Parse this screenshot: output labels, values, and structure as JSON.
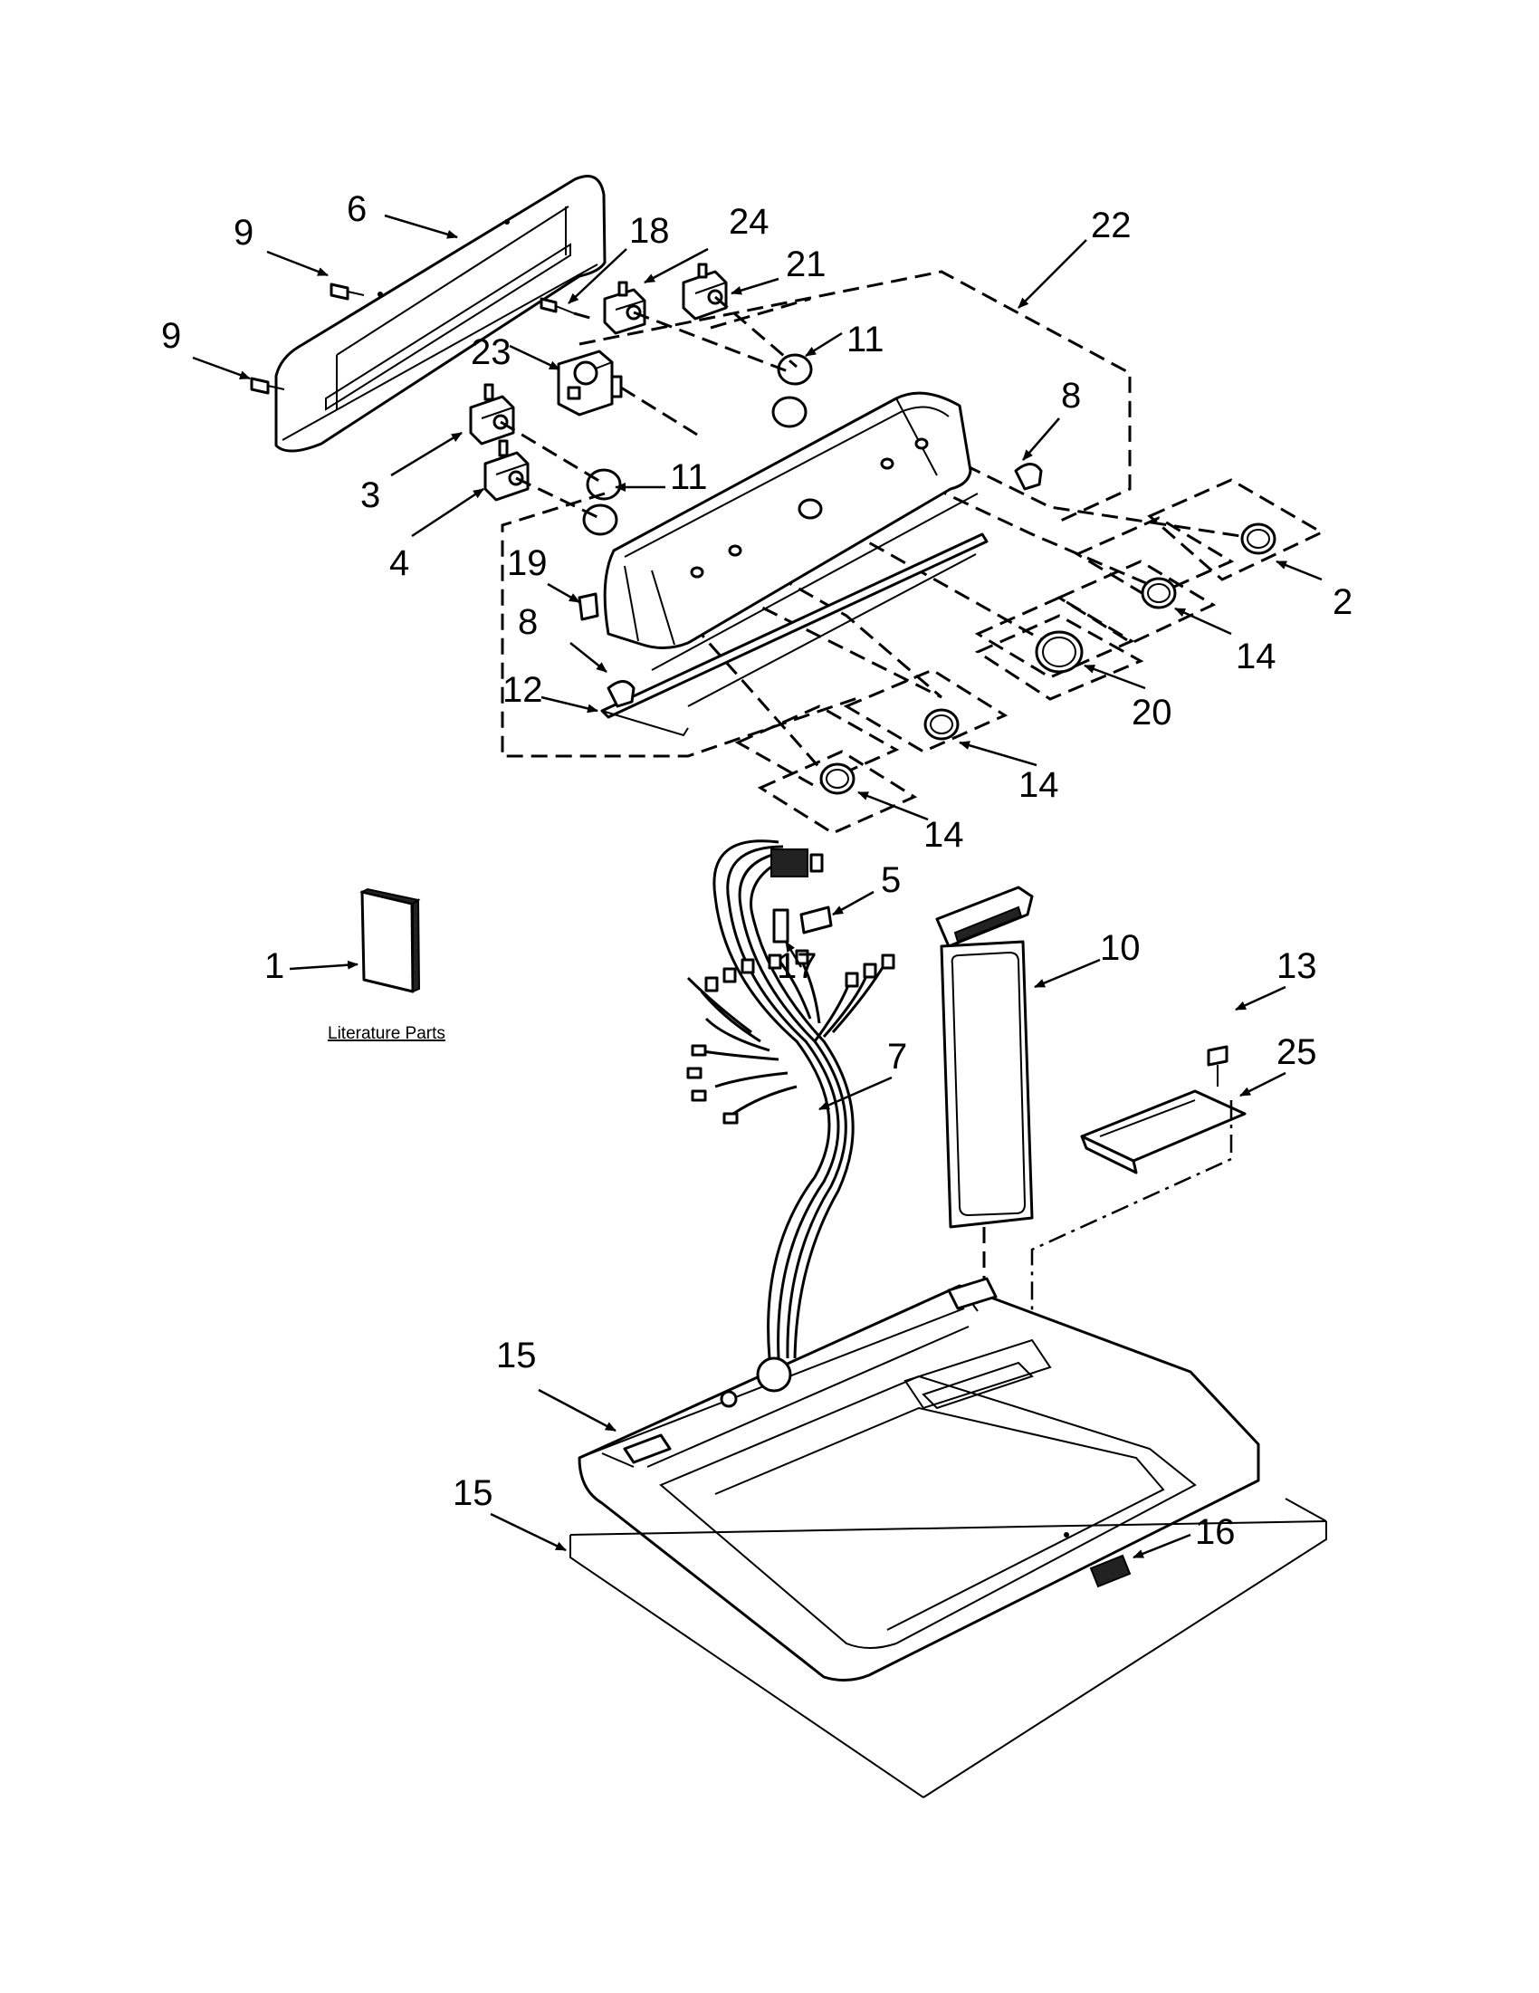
{
  "diagram": {
    "literature_label": "Literature Parts",
    "callouts": [
      {
        "id": "c1",
        "text": "1"
      },
      {
        "id": "c2",
        "text": "2"
      },
      {
        "id": "c3",
        "text": "3"
      },
      {
        "id": "c4",
        "text": "4"
      },
      {
        "id": "c5",
        "text": "5"
      },
      {
        "id": "c6",
        "text": "6"
      },
      {
        "id": "c7",
        "text": "7"
      },
      {
        "id": "c8a",
        "text": "8"
      },
      {
        "id": "c8b",
        "text": "8"
      },
      {
        "id": "c9a",
        "text": "9"
      },
      {
        "id": "c9b",
        "text": "9"
      },
      {
        "id": "c10",
        "text": "10"
      },
      {
        "id": "c11a",
        "text": "11"
      },
      {
        "id": "c11b",
        "text": "11"
      },
      {
        "id": "c12",
        "text": "12"
      },
      {
        "id": "c13",
        "text": "13"
      },
      {
        "id": "c14a",
        "text": "14"
      },
      {
        "id": "c14b",
        "text": "14"
      },
      {
        "id": "c14c",
        "text": "14"
      },
      {
        "id": "c15a",
        "text": "15"
      },
      {
        "id": "c15b",
        "text": "15"
      },
      {
        "id": "c16",
        "text": "16"
      },
      {
        "id": "c17",
        "text": "17"
      },
      {
        "id": "c18",
        "text": "18"
      },
      {
        "id": "c19",
        "text": "19"
      },
      {
        "id": "c20",
        "text": "20"
      },
      {
        "id": "c21",
        "text": "21"
      },
      {
        "id": "c22",
        "text": "22"
      },
      {
        "id": "c23",
        "text": "23"
      },
      {
        "id": "c24",
        "text": "24"
      },
      {
        "id": "c25",
        "text": "25"
      }
    ]
  }
}
